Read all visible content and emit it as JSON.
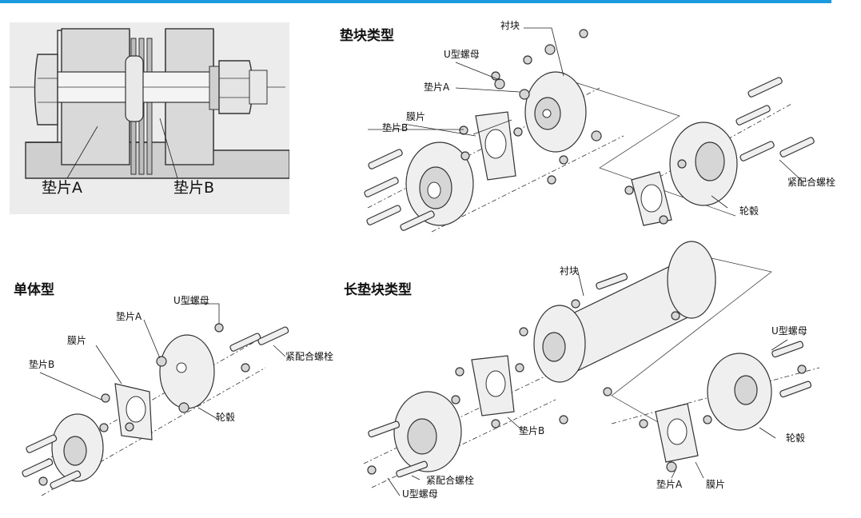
{
  "panels": {
    "section": {
      "labels": {
        "washer_a": "垫片A",
        "washer_b": "垫片B"
      }
    },
    "spacer": {
      "title": "垫块类型",
      "labels": {
        "spacer_block": "衬块",
        "u_nut": "U型螺母",
        "washer_a": "垫片A",
        "membrane": "膜片",
        "washer_b": "垫片B",
        "fit_bolt": "紧配合螺栓",
        "hub": "轮毂"
      }
    },
    "single": {
      "title": "单体型",
      "labels": {
        "u_nut": "U型螺母",
        "washer_a": "垫片A",
        "membrane": "膜片",
        "washer_b": "垫片B",
        "fit_bolt": "紧配合螺栓",
        "hub": "轮毂"
      }
    },
    "long": {
      "title": "长垫块类型",
      "labels": {
        "spacer_block": "衬块",
        "u_nut_right": "U型螺母",
        "hub": "轮毂",
        "washer_b": "垫片B",
        "fit_bolt": "紧配合螺栓",
        "u_nut_left": "U型螺母",
        "washer_a": "垫片A",
        "membrane": "膜片"
      }
    }
  },
  "colors": {
    "accent_line": "#1a9be0"
  }
}
